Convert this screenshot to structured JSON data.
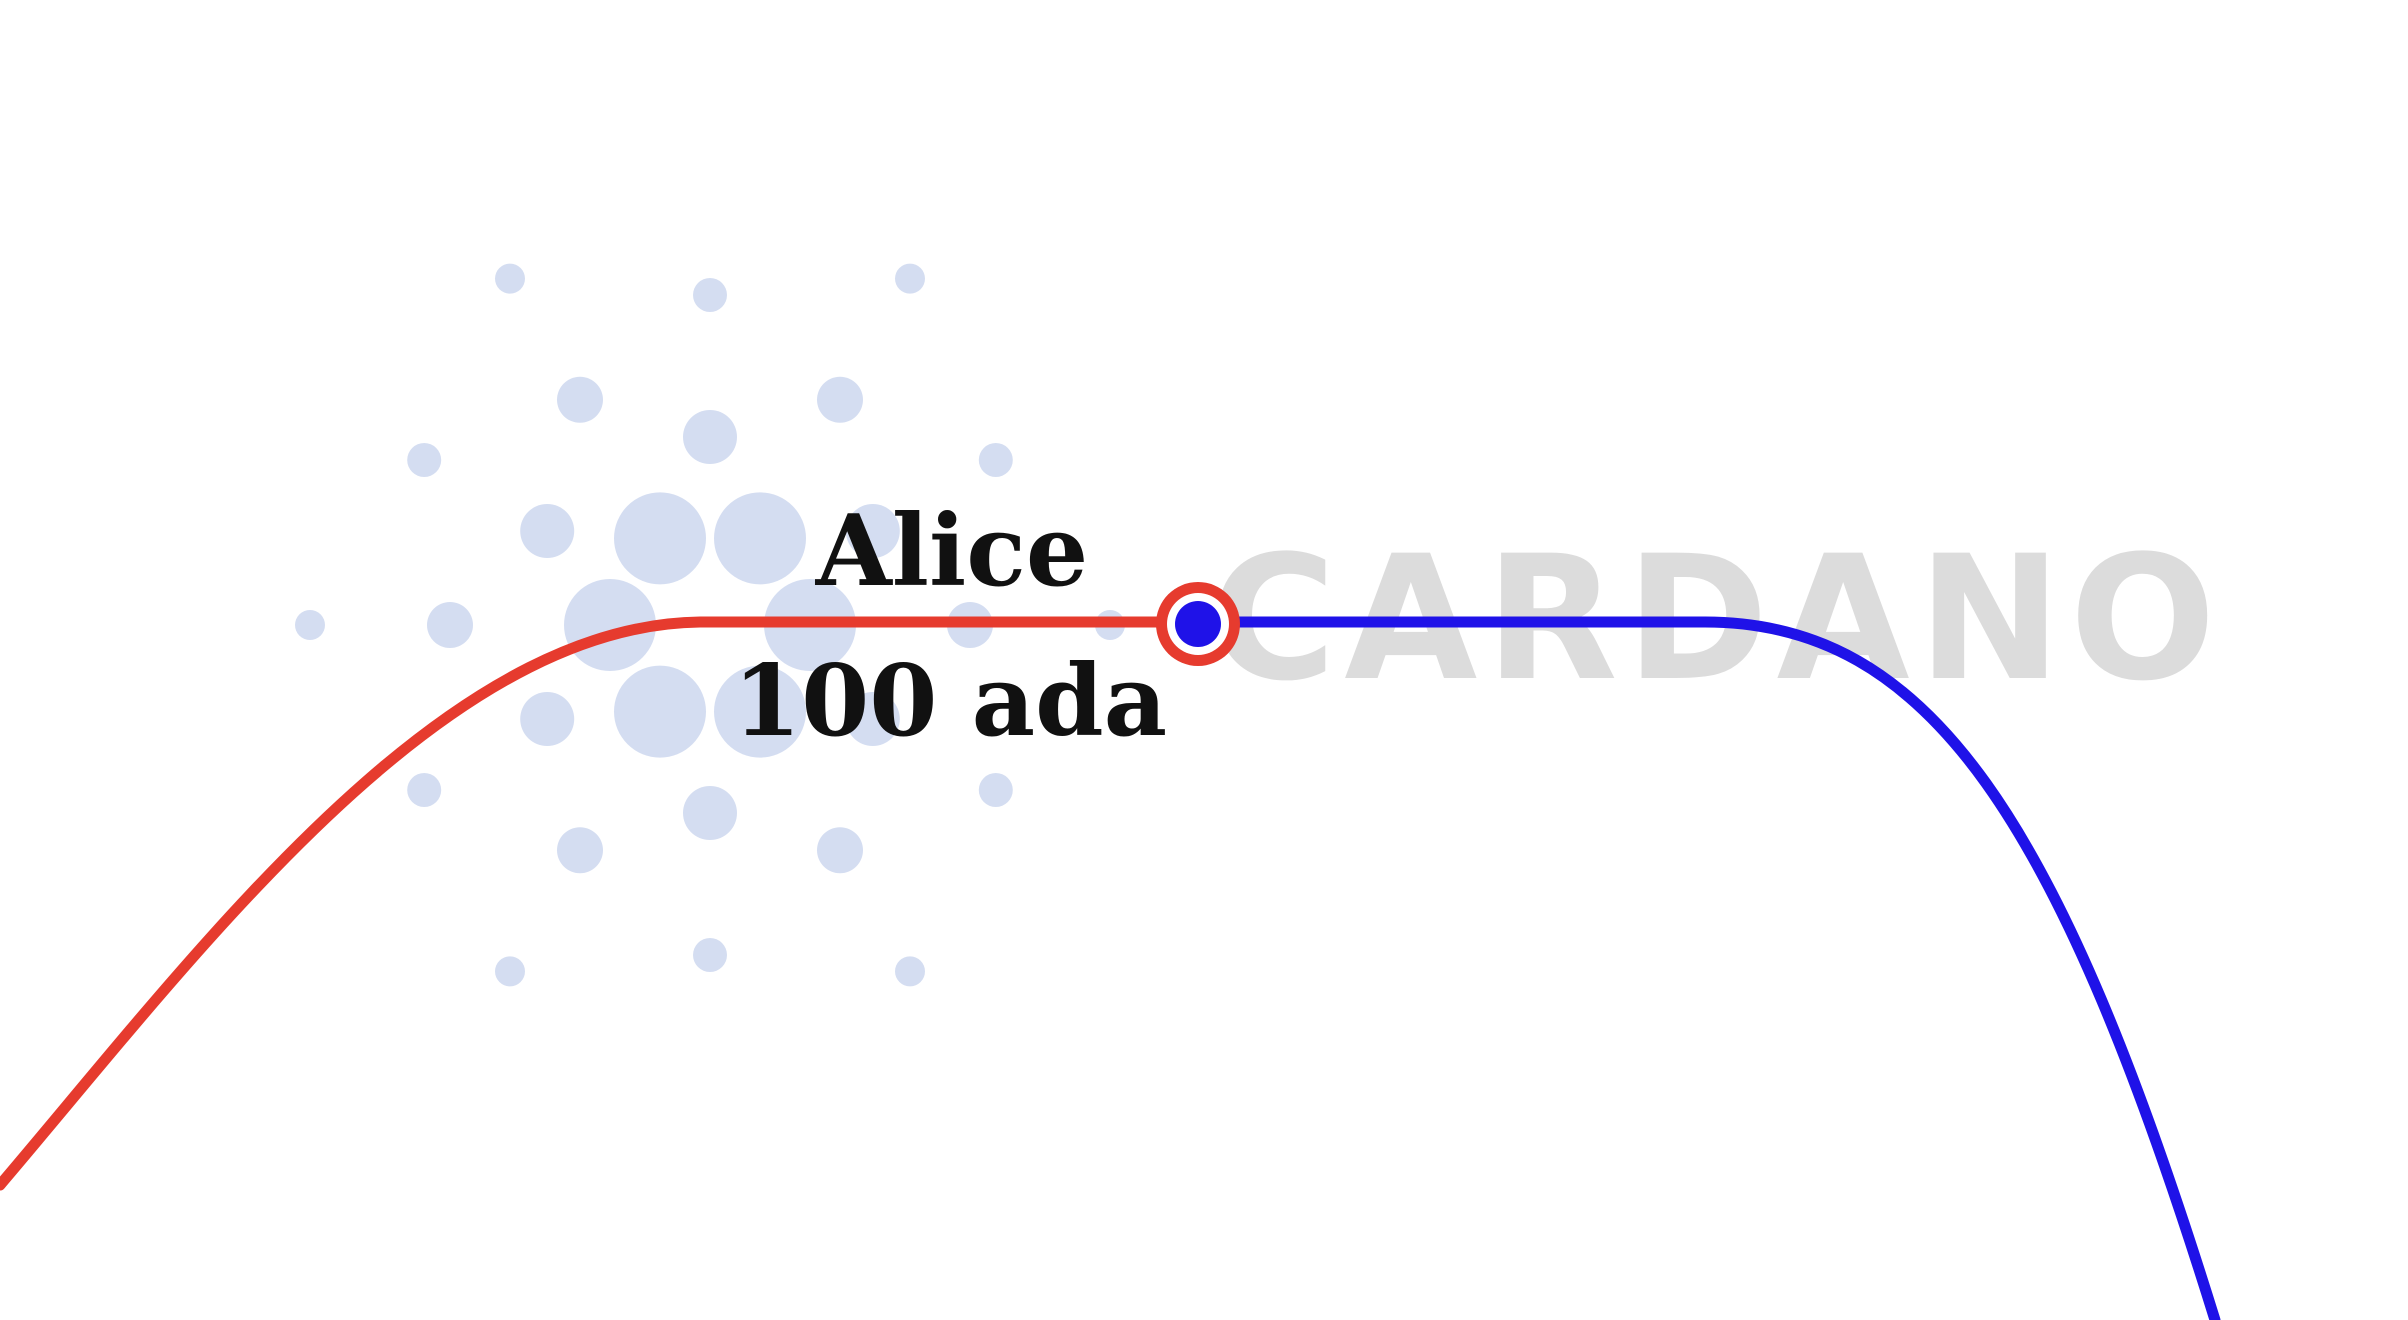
{
  "party": {
    "name": "Alice",
    "amount": "100 ada"
  },
  "watermark": {
    "text": "CARDANO",
    "logo_icon": "cardano-logo-icon"
  },
  "colors": {
    "incoming_path": "#e63b2e",
    "outgoing_path": "#1f12e8",
    "watermark_dots": "#c9d5ee",
    "watermark_text": "#d6d6d6",
    "background": "#ffffff"
  }
}
